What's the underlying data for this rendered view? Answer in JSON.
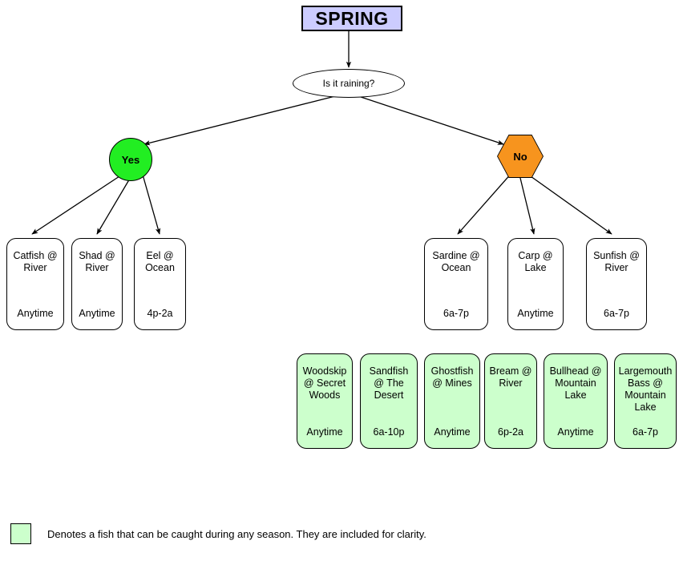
{
  "diagram": {
    "title": "SPRING",
    "title_color": "#ccccff",
    "decision": {
      "label": "Is it raining?"
    },
    "branches": [
      {
        "id": "yes",
        "label": "Yes",
        "shape": "circle",
        "color": "#22ee22"
      },
      {
        "id": "no",
        "label": "No",
        "shape": "hexagon",
        "color": "#f7941e"
      }
    ],
    "yes_fish": [
      {
        "name": "Catfish @ River",
        "time": "Anytime"
      },
      {
        "name": "Shad @ River",
        "time": "Anytime"
      },
      {
        "name": "Eel @ Ocean",
        "time": "4p-2a"
      }
    ],
    "no_fish": [
      {
        "name": "Sardine @ Ocean",
        "time": "6a-7p"
      },
      {
        "name": "Carp @ Lake",
        "time": "Anytime"
      },
      {
        "name": "Sunfish @ River",
        "time": "6a-7p"
      }
    ],
    "any_season_fish": [
      {
        "name": "Woodskip @ Secret Woods",
        "time": "Anytime"
      },
      {
        "name": "Sandfish @ The Desert",
        "time": "6a-10p"
      },
      {
        "name": "Ghostfish @ Mines",
        "time": "Anytime"
      },
      {
        "name": "Bream @ River",
        "time": "6p-2a"
      },
      {
        "name": "Bullhead @ Mountain Lake",
        "time": "Anytime"
      },
      {
        "name": "Largemouth Bass @ Mountain Lake",
        "time": "6a-7p"
      }
    ],
    "legend": {
      "swatch_color": "#ccffcc",
      "text": "Denotes a fish that can be caught during any season. They are included for clarity."
    }
  }
}
